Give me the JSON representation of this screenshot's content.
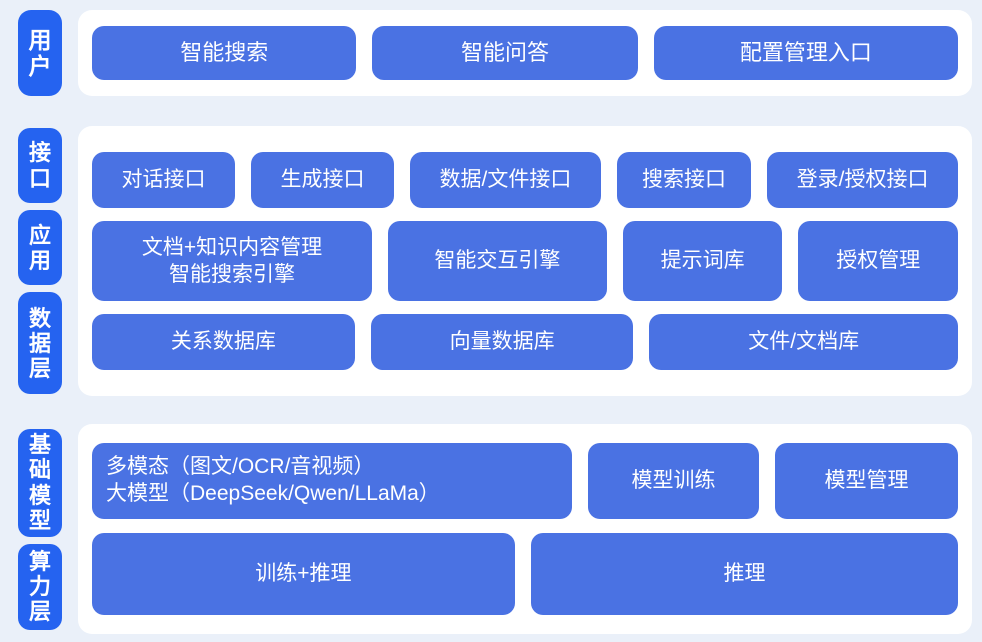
{
  "theme": {
    "background": "#eaf0f9",
    "card": "#ffffff",
    "tab_blue": "#2563f0",
    "node_blue": "#4a72e3",
    "node_text": "#ffffff"
  },
  "bands": [
    {
      "id": "user",
      "tabs": [
        {
          "name": "tab-user",
          "chars": [
            "用",
            "户"
          ]
        }
      ],
      "rows": [
        {
          "name": "user-entry-row",
          "nodes": [
            {
              "label": "智能搜索",
              "flex": 2.72
            },
            {
              "label": "智能问答",
              "flex": 2.73
            },
            {
              "label": "配置管理入口",
              "flex": 3.15
            }
          ]
        }
      ]
    },
    {
      "id": "mid",
      "tabs": [
        {
          "name": "tab-interface",
          "chars": [
            "接",
            "口"
          ]
        },
        {
          "name": "tab-application",
          "chars": [
            "应",
            "用"
          ]
        },
        {
          "name": "tab-data-layer",
          "chars": [
            "数",
            "据",
            "层"
          ]
        }
      ],
      "rows": [
        {
          "name": "interface-row",
          "nodes": [
            {
              "label": "对话接口",
              "flex": 1.82
            },
            {
              "label": "生成接口",
              "flex": 1.82
            },
            {
              "label": "数据/文件接口",
              "flex": 1.82
            },
            {
              "label": "搜索接口",
              "flex": 1.48
            },
            {
              "label": "登录/授权接口",
              "flex": 1.82
            }
          ]
        },
        {
          "name": "application-row",
          "nodes": [
            {
              "label": "文档+知识内容管理\n智能搜索引擎",
              "flex": 2.55
            },
            {
              "label": "智能交互引擎",
              "flex": 2.35
            },
            {
              "label": "提示词库",
              "flex": 1.85
            },
            {
              "label": "授权管理",
              "flex": 1.85
            }
          ]
        },
        {
          "name": "data-row",
          "nodes": [
            {
              "label": "关系数据库",
              "flex": 2.55
            },
            {
              "label": "向量数据库",
              "flex": 2.55
            },
            {
              "label": "文件/文档库",
              "flex": 3.25
            }
          ]
        }
      ]
    },
    {
      "id": "base",
      "tabs": [
        {
          "name": "tab-foundation-model",
          "chars": [
            "基",
            "础",
            "模",
            "型"
          ]
        },
        {
          "name": "tab-compute-layer",
          "chars": [
            "算",
            "力",
            "层"
          ]
        }
      ],
      "rows": [
        {
          "name": "foundation-model-row",
          "nodes": [
            {
              "label": "多模态（图文/OCR/音视频）\n大模型（DeepSeek/Qwen/LLaMa）",
              "flex": 3.7,
              "style": "multimodal"
            },
            {
              "label": "模型训练",
              "flex": 2.2
            },
            {
              "label": "模型管理",
              "flex": 2.55
            }
          ]
        },
        {
          "name": "compute-row",
          "nodes": [
            {
              "label": "训练+推理",
              "flex": 4.3
            },
            {
              "label": "推理",
              "flex": 5.1
            }
          ]
        }
      ]
    }
  ]
}
